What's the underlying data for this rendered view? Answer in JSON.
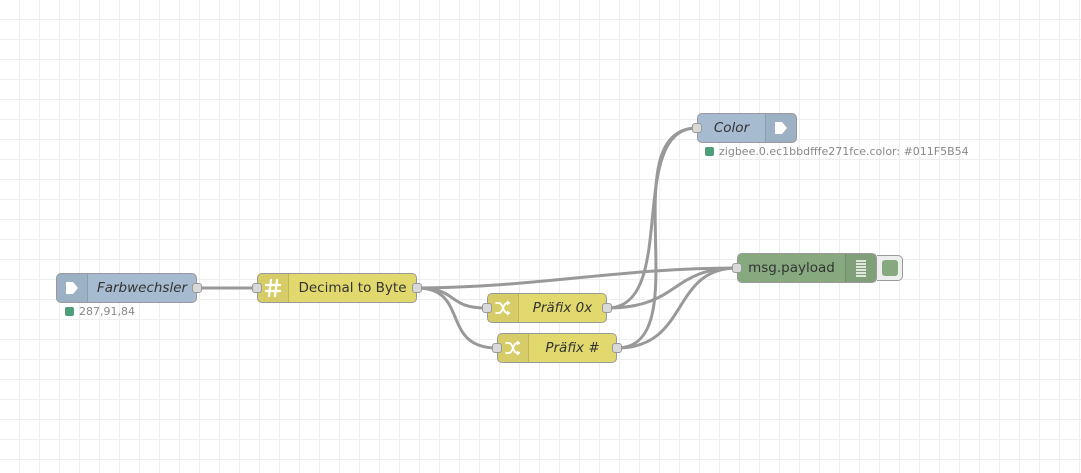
{
  "colors": {
    "input_node": "#a6bbcf",
    "function_node": "#e2d96e",
    "output_node": "#87a980",
    "status_ok": "#4e9e7a",
    "wire": "#999999"
  },
  "nodes": {
    "farbwechsler": {
      "label": "Farbwechsler",
      "icon": "arrow-in-icon",
      "status": "287,91,84"
    },
    "decimal_to_byte": {
      "label": "Decimal to Byte",
      "icon": "hash-icon"
    },
    "praefix_0x": {
      "label": "Präfix 0x",
      "icon": "shuffle-icon"
    },
    "praefix_hash": {
      "label": "Präfix #",
      "icon": "shuffle-icon"
    },
    "color": {
      "label": "Color",
      "icon": "arrow-out-icon",
      "status": "zigbee.0.ec1bbdfffe271fce.color: #011F5B54"
    },
    "msg_payload": {
      "label": "msg.payload",
      "icon": "list-icon"
    }
  }
}
